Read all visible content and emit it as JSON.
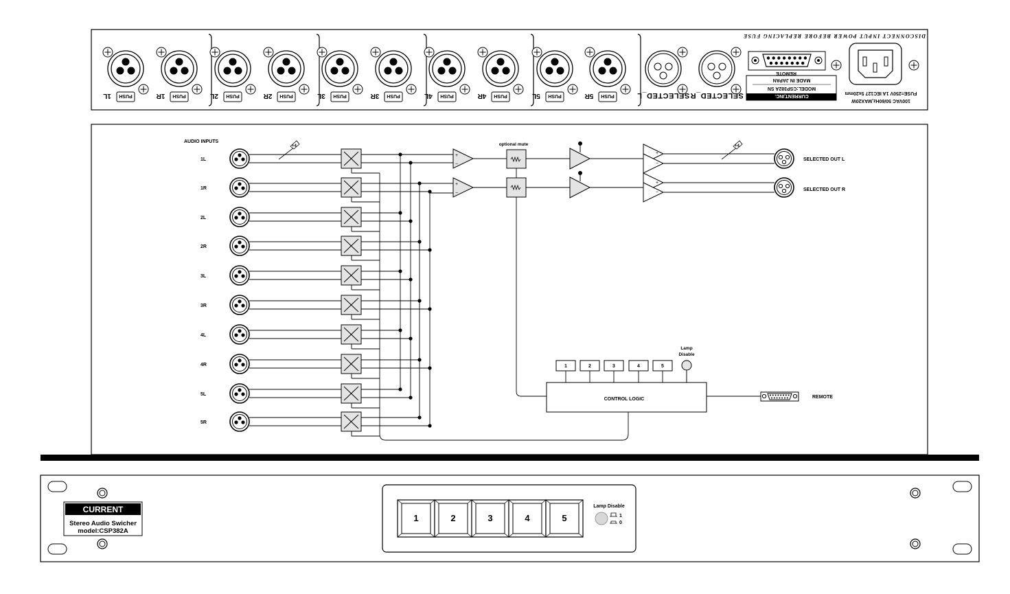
{
  "rear_panel": {
    "warning": "DISCONNECT INPUT POWER BEFORE REPLACING FUSE",
    "input_labels": [
      "1L",
      "1R",
      "2L",
      "2R",
      "3L",
      "3R",
      "4L",
      "4R",
      "5L",
      "5R"
    ],
    "push_label": "PUSH",
    "outputs": [
      "SELECTED_L",
      "SELECTED_R"
    ],
    "remote_label": "REMOTE",
    "brand_plate": {
      "company": "CURRENT,INC.",
      "model": "MODEL:CSP382A SN",
      "made_in": "MADE IN JAPAN"
    },
    "power_spec": "100VAC 50/60Hz,MAX20W",
    "fuse_spec": "FUSE=250V 1A IEC127 5x20mm"
  },
  "block_diagram": {
    "audio_inputs_title": "AUDIO INPUTS",
    "inputs": [
      "1L",
      "1R",
      "2L",
      "2R",
      "3L",
      "3R",
      "4L",
      "4R",
      "5L",
      "5R"
    ],
    "level_mark": "+4",
    "optional_mute": "optional mute",
    "selected_out_l": "SELECTED OUT L",
    "selected_out_r": "SELECTED OUT R",
    "buttons": [
      "1",
      "2",
      "3",
      "4",
      "5"
    ],
    "lamp_disable": [
      "Lamp",
      "Disable"
    ],
    "control_logic": "CONTROL LOGIC",
    "remote": "REMOTE",
    "plus": "+",
    "minus": "−"
  },
  "front_panel": {
    "brand": "CURRENT",
    "product": "Stereo Audio Swicher",
    "model": "model:CSP382A",
    "buttons": [
      "1",
      "2",
      "3",
      "4",
      "5"
    ],
    "lamp_disable": "Lamp Disable",
    "switch_on": "1",
    "switch_off": "0"
  }
}
